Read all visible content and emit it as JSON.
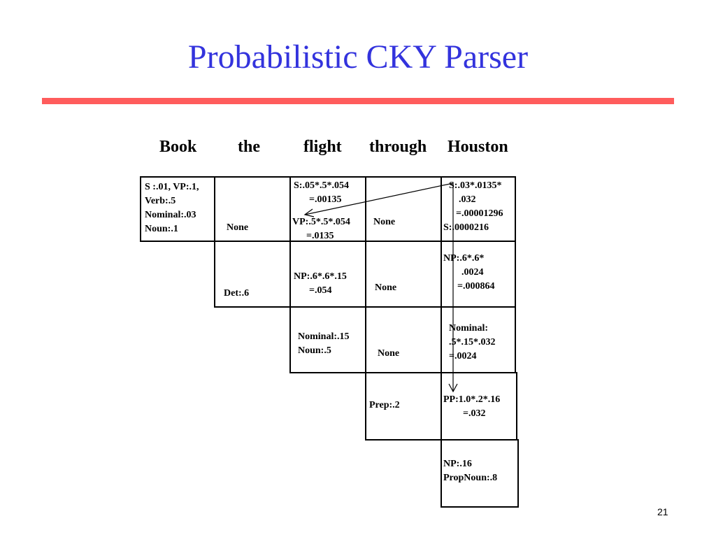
{
  "title": "Probabilistic CKY Parser",
  "words": [
    "Book",
    "the",
    "flight",
    "through",
    "Houston"
  ],
  "cells": {
    "c00": [
      "S :.01, VP:.1,",
      "Verb:.5",
      "Nominal:.03",
      "Noun:.1"
    ],
    "c01": [
      "None"
    ],
    "c02a": [
      "S:.05*.5*.054",
      "=.00135"
    ],
    "c02b": [
      "VP:.5*.5*.054",
      "=.0135"
    ],
    "c03": [
      "None"
    ],
    "c04a": [
      "S:.03*.0135*",
      ".032",
      "=.00001296"
    ],
    "c04b": [
      "S:.0000216"
    ],
    "c11": [
      "Det:.6"
    ],
    "c12": [
      "NP:.6*.6*.15",
      "=.054"
    ],
    "c13": [
      "None"
    ],
    "c14": [
      "NP:.6*.6*",
      ".0024",
      "=.000864"
    ],
    "c22": [
      "Nominal:.15",
      "Noun:.5"
    ],
    "c23": [
      "None"
    ],
    "c24": [
      "Nominal:",
      ".5*.15*.032",
      "=.0024"
    ],
    "c33": [
      "Prep:.2"
    ],
    "c34": [
      "PP:1.0*.2*.16",
      "=.032"
    ],
    "c44": [
      "NP:.16",
      "PropNoun:.8"
    ]
  },
  "slide_number": "21"
}
